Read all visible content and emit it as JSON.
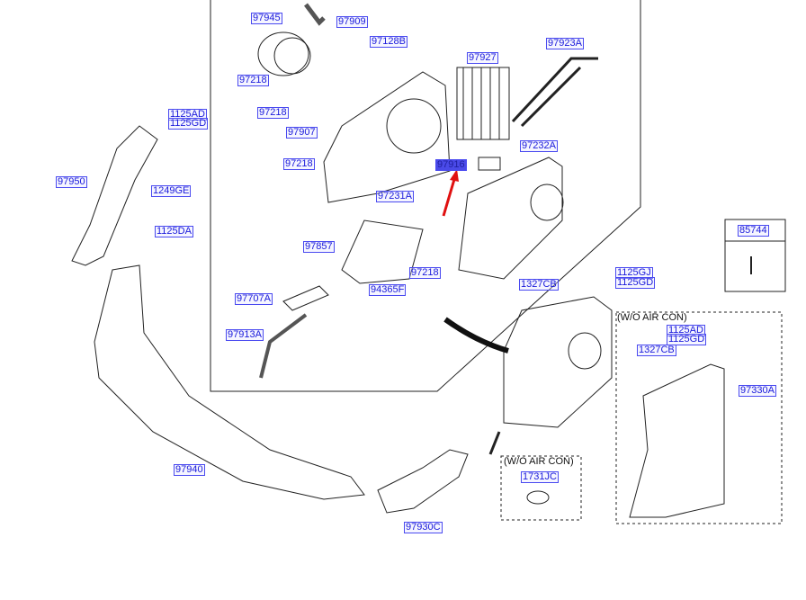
{
  "diagram": {
    "part_labels": [
      {
        "id": "97945",
        "text": "97945"
      },
      {
        "id": "97909",
        "text": "97909"
      },
      {
        "id": "97128B",
        "text": "97128B"
      },
      {
        "id": "97927",
        "text": "97927"
      },
      {
        "id": "97923A",
        "text": "97923A"
      },
      {
        "id": "97218a",
        "text": "97218"
      },
      {
        "id": "97218b",
        "text": "97218"
      },
      {
        "id": "97907",
        "text": "97907"
      },
      {
        "id": "97218c",
        "text": "97218"
      },
      {
        "id": "97916",
        "text": "97916"
      },
      {
        "id": "97232A",
        "text": "97232A"
      },
      {
        "id": "97231A",
        "text": "97231A"
      },
      {
        "id": "1125AD",
        "text": "1125AD"
      },
      {
        "id": "1125GD",
        "text": "1125GD"
      },
      {
        "id": "97950",
        "text": "97950"
      },
      {
        "id": "1249GE",
        "text": "1249GE"
      },
      {
        "id": "1125DA",
        "text": "1125DA"
      },
      {
        "id": "97857",
        "text": "97857"
      },
      {
        "id": "97218d",
        "text": "97218"
      },
      {
        "id": "97707A",
        "text": "97707A"
      },
      {
        "id": "94365F",
        "text": "94365F"
      },
      {
        "id": "97913A",
        "text": "97913A"
      },
      {
        "id": "1327CB",
        "text": "1327CB"
      },
      {
        "id": "1125GJ",
        "text": "1125GJ"
      },
      {
        "id": "1125GD2",
        "text": "1125GD"
      },
      {
        "id": "85744",
        "text": "85744"
      },
      {
        "id": "1125AD3",
        "text": "1125AD"
      },
      {
        "id": "1125GD3",
        "text": "1125GD"
      },
      {
        "id": "1327CB3",
        "text": "1327CB"
      },
      {
        "id": "97330A",
        "text": "97330A"
      },
      {
        "id": "97940",
        "text": "97940"
      },
      {
        "id": "1731JC",
        "text": "1731JC"
      },
      {
        "id": "97930C",
        "text": "97930C"
      }
    ],
    "notes": {
      "wo_air_con_1": "(W/O AIR CON)",
      "wo_air_con_2": "(W/O AIR CON)"
    },
    "highlight_color": "#4a4ae8",
    "arrow_color": "#e01010"
  }
}
